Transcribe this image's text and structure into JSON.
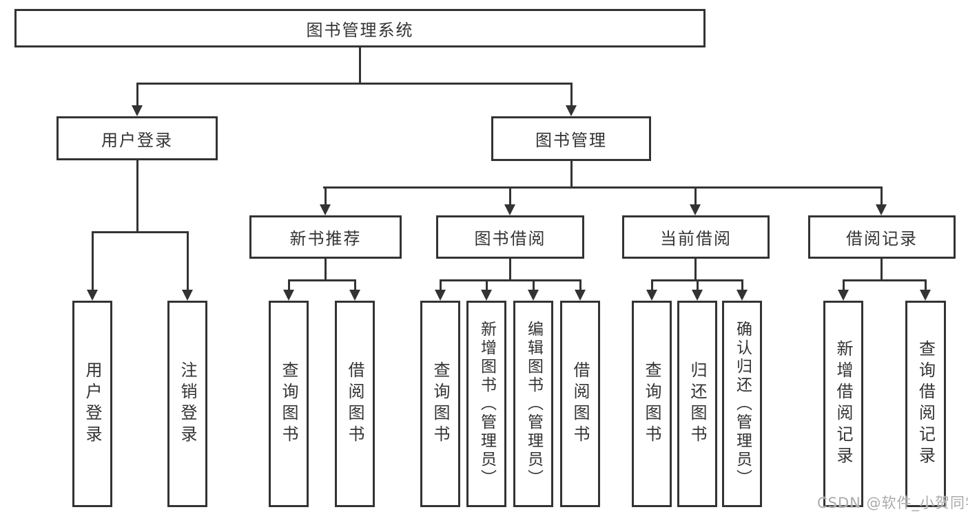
{
  "diagram": {
    "root": {
      "label": "图书管理系统"
    },
    "level2": [
      {
        "label": "用户登录",
        "leaves": [
          {
            "label": "用户登录"
          },
          {
            "label": "注销登录"
          }
        ]
      },
      {
        "label": "图书管理",
        "level3": [
          {
            "label": "新书推荐",
            "leaves": [
              {
                "label": "查询图书"
              },
              {
                "label": "借阅图书"
              }
            ]
          },
          {
            "label": "图书借阅",
            "leaves": [
              {
                "label": "查询图书"
              },
              {
                "label": "新增图书（管理员）"
              },
              {
                "label": "编辑图书（管理员）"
              },
              {
                "label": "借阅图书"
              }
            ]
          },
          {
            "label": "当前借阅",
            "leaves": [
              {
                "label": "查询图书"
              },
              {
                "label": "归还图书"
              },
              {
                "label": "确认归还（管理员）"
              }
            ]
          },
          {
            "label": "借阅记录",
            "leaves": [
              {
                "label": "新增借阅记录"
              },
              {
                "label": "查询借阅记录"
              }
            ]
          }
        ]
      }
    ]
  },
  "watermark": {
    "text": "CSDN @软件_小贺同学"
  },
  "colors": {
    "line": "#333333",
    "text": "#333333",
    "background": "#ffffff",
    "watermark": "#ababab"
  }
}
